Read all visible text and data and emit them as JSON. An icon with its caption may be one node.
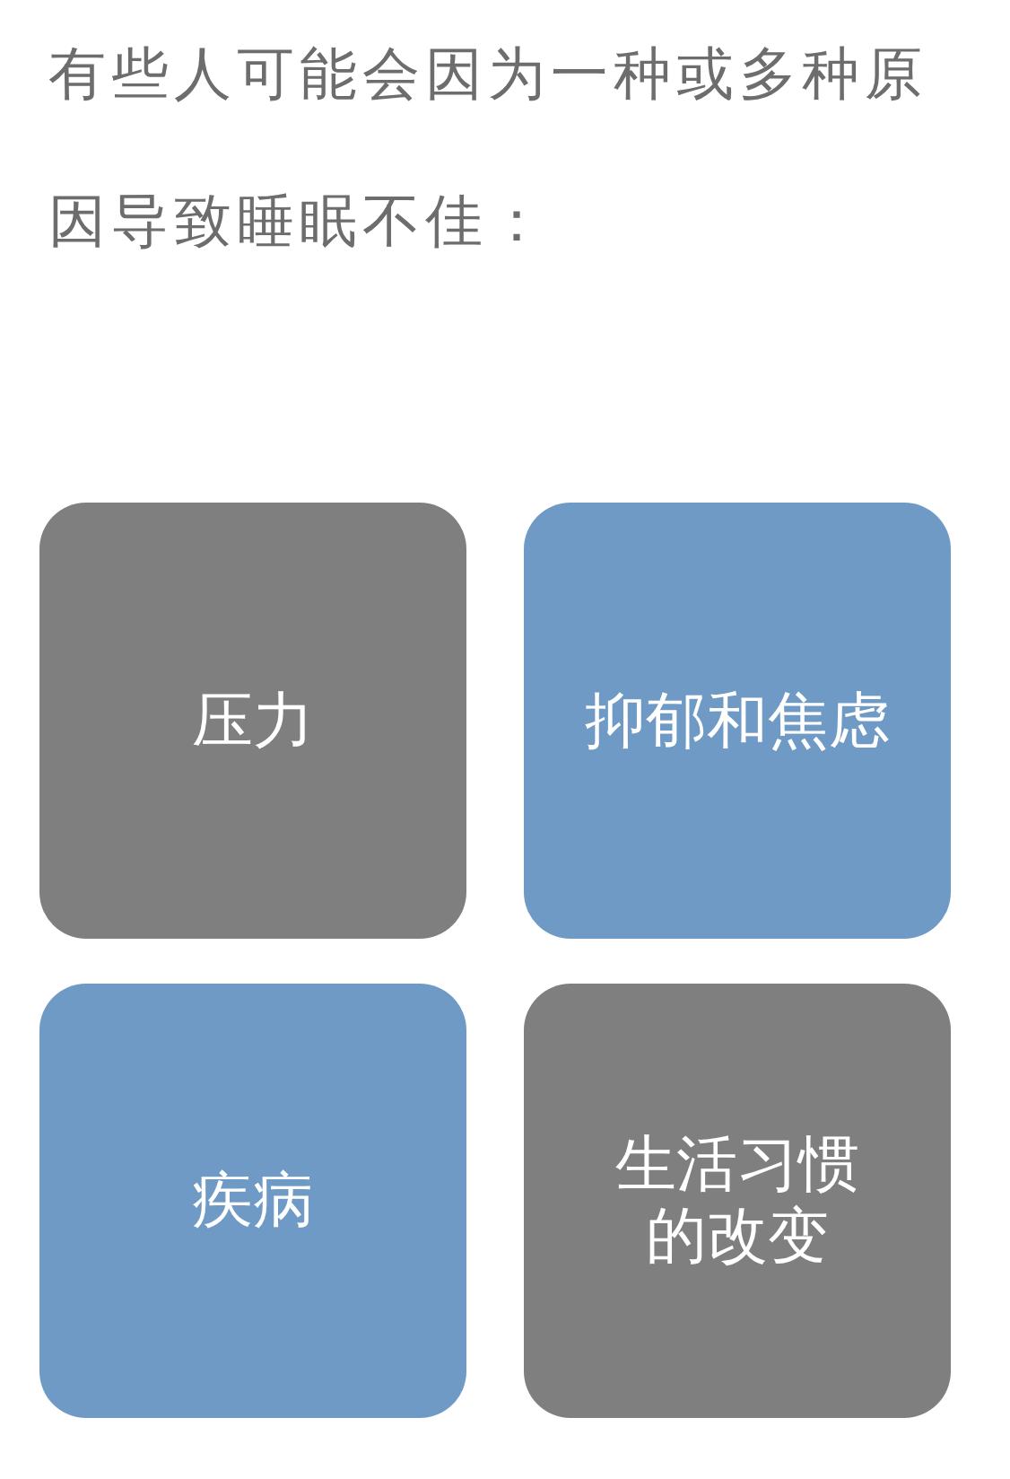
{
  "diagram": {
    "title": "有些人可能会因为一种或多种原因导致睡眠不佳：",
    "nodes": [
      {
        "text": [
          "压力"
        ]
      },
      {
        "text": [
          "抑郁和焦虑"
        ]
      },
      {
        "text": [
          "疾病"
        ]
      },
      {
        "text": [
          "生活习惯的改变"
        ]
      }
    ]
  }
}
